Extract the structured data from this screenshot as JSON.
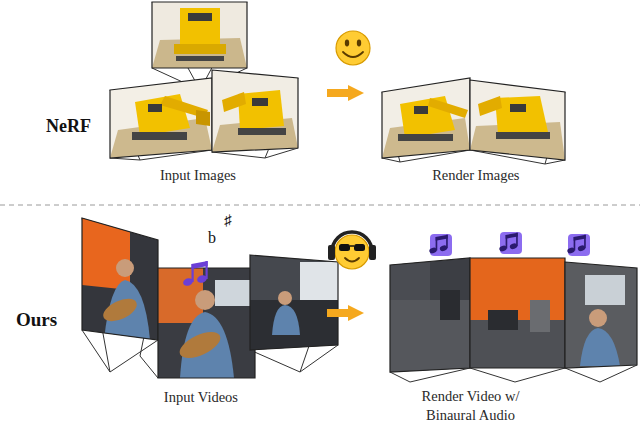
{
  "diagram": {
    "nodes": [
      {
        "text": [
          "Input Images"
        ]
      },
      {
        "text": [
          "Render Images"
        ]
      },
      {
        "text": [
          "Input Videos"
        ]
      },
      {
        "text": [
          "Render Video w/ Binaural Audio"
        ]
      }
    ],
    "edges": [
      {
        "from": 0,
        "to": 1,
        "arrow": "to"
      },
      {
        "from": 2,
        "to": 3,
        "arrow": "to"
      }
    ],
    "labels": [
      "NeRF",
      "Ours",
      "b",
      "♯"
    ]
  }
}
